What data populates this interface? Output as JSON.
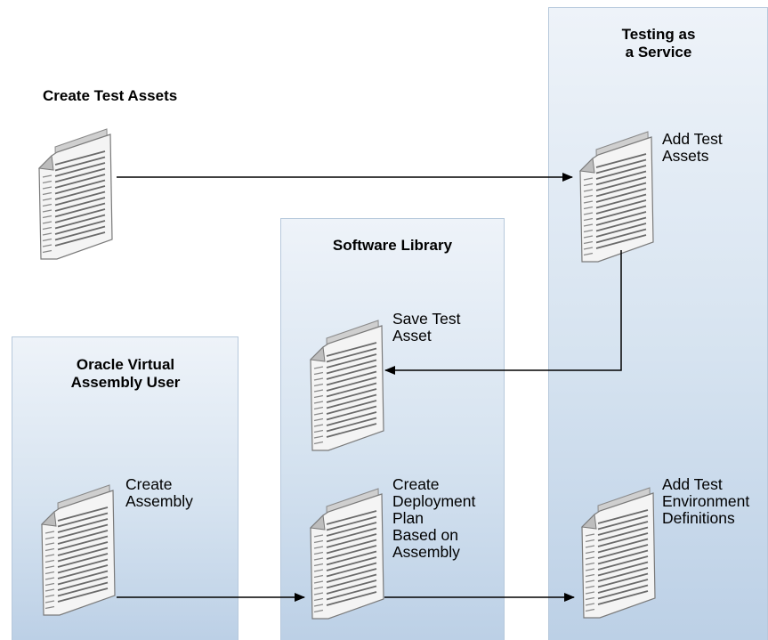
{
  "lanes": {
    "taas": {
      "title": "Testing as\na Service"
    },
    "software_library": {
      "title": "Software Library"
    },
    "ova_user": {
      "title": "Oracle Virtual\nAssembly User"
    }
  },
  "create_test_assets": {
    "title": "Create Test Assets"
  },
  "steps": {
    "add_test_assets": "Add Test\nAssets",
    "save_test_asset": "Save Test\nAsset",
    "create_assembly": "Create\nAssembly",
    "create_deployment_plan": "Create\nDeployment\nPlan\nBased on\nAssembly",
    "add_test_env_defs": "Add Test\nEnvironment\nDefinitions"
  },
  "icons": {
    "document": "document-icon",
    "arrow": "arrow-icon"
  },
  "colors": {
    "lane_top": "#eef3f9",
    "lane_bottom": "#bcd0e6",
    "lane_border": "#b7c9dc"
  }
}
